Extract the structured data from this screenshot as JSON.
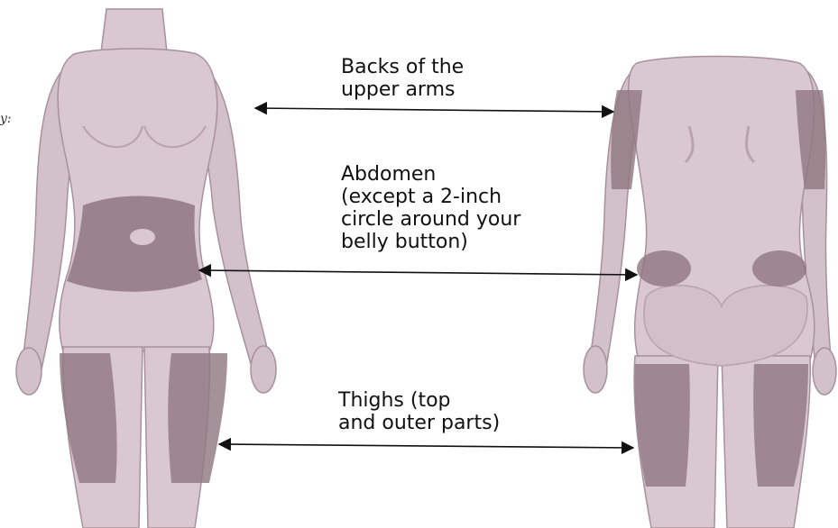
{
  "labels": {
    "upper_arms": "Backs of the\nupper arms",
    "abdomen": "Abdomen\n(except a 2-inch\ncircle around your\nbelly button)",
    "thighs": "Thighs (top\nand outer parts)"
  },
  "stray_mark": "y:",
  "colors": {
    "skin": "#d9c8cf",
    "skin_shadow": "#c4afb8",
    "injection_zone": "#8e7780",
    "outline": "#a8919a",
    "arrow": "#111111"
  }
}
